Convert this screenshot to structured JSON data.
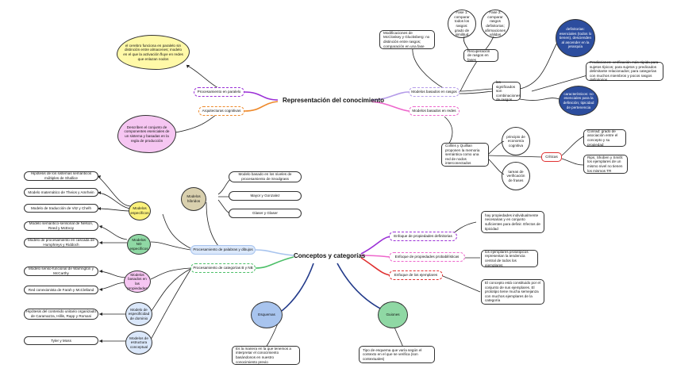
{
  "main": {
    "representacion": "Representación del conocimiento",
    "conceptos": "Conceptos y categorías"
  },
  "top": {
    "paralelo": "Procesamiento en paralelo",
    "arquitecturas": "Arquitecturas cognitivas",
    "cloud_yellow": "el cerebro funciona en paralelo sin distinción entre almacenes; modelo en el que la activación fluye en redes que enlazan nodos",
    "cloud_pink": "Describen el conjunto de componentes esenciales de un sistema y basadas en la regla de producción",
    "rasgos": "Modelos basados en rasgos",
    "redes": "Modelos basados en redes",
    "mccloskey": "Modificaciones de McCloskey y Glucksberg: no distinción entre rasgos; comparación en una fase",
    "recuperacion": "Recuperación de rasgos en fases",
    "fase1": "Fase 1: comparar todos los rasgos: grado de similitud",
    "fase2": "Fase 2: comparar rasgos definitorios; afirmaciones válidas",
    "significados": "los significados son combinaciones de rasgos",
    "definitorias": "definitorias: esenciales (todos lo tienen), descienden al ascender en la jerarquía",
    "predicciones": "Predicciones: verificación más rápida para sujetos típicos; para sujetos y predicados delimitante relacionados; para categorías con muchos miembros y pocos rasgos definitorios",
    "caracteristicas": "característicos: no esenciales para la definición; tipicidad de pertenencia",
    "collins": "Collins y Quillian proponen la memoria semántica como una red de nodos interconectados",
    "economia": "principio de economía cognitiva",
    "verificacion": "tareas de verificación de frases",
    "criticas": "Críticas",
    "conrad": "Conrad: grado de asociación entre el concepto y su propiedad",
    "rips": "Rips, Shoben y Smith: los ejemplares de un mismo nivel no tienen los mismos TR"
  },
  "left": {
    "palabras": "Procesamiento de palabras y dibujos",
    "categorias_byn": "Procesamiento de categorías B y NB",
    "hibridos": "Modelos híbridos",
    "snodgrass": "Modelo basado en los niveles de procesamiento de Snodgrass",
    "mayor": "Mayor y Gonzalez",
    "glaser": "Glaser y Glaser",
    "especificos": "Modelos específicos",
    "no_especificos": "Modelos NO específicos",
    "propiedades": "Modelos basados en las propiedades",
    "especificidad": "Modelo de especificidad de dominio",
    "estructura": "Modelos de estructura conceptual",
    "l1": "Hipótesis de los sistemas semánticos múltiples de Shallice",
    "l2": "Modelo matemático de Theios y Amrhein",
    "l3": "Modelo de traducción de Vitz y Chelh",
    "l4": "Modelo semántico-sensorial de Nelson, Reed y McEvoy",
    "l5": "Modelo de procesamiento en cascada de Humphreys y Riddoch",
    "l6": "Modelo senso-funcional de Warrington y McCarthy",
    "l7": "Red conexionista de Farah y McClelland",
    "l8": "Hipótesis del contenido unitario organizado de Caramazza, Hillis, Rapp y Romani",
    "l9": "Tyler y Moss"
  },
  "right": {
    "enf_definitorias": "Enfoque de propiedades definitorias",
    "enf_probabilisticas": "Enfoque de propiedades probabilísticas",
    "enf_ejemplares": "Enfoque de los ejemplares",
    "r1": "hay propiedades individualmente necesarias y en conjunto suficientes para definir. Efectos de tipicidad",
    "r2": "los ejemplares prototípicos representan la tendencia central de todos los ejemplares",
    "r3": "El concepto está constituido por el conjunto de sus ejemplares. El prototipo tiene mucha semejanza con muchos ejemplares de la categoría"
  },
  "bottom": {
    "esquemas": "Esquemas",
    "guiones": "Guiones",
    "esq_def": "Es la manera en la que tenemos a interpretar el conocimiento basándonos en nuestro conocimiento previo",
    "gui_def": "Tipo de esquema que varía según el contexto en el que se verifica (son contextuales)"
  },
  "colors": {
    "purple": "#9a2fd6",
    "orange": "#ee8a2c",
    "pink": "#ee66cc",
    "lavender": "#b59ce9",
    "navy": "#223a8a",
    "red": "#e03030",
    "green": "#4cbf68",
    "blue": "#a8c4ee",
    "yellow_fill": "#fff9a8",
    "pink_fill": "#f6c6f2",
    "bubble_blue": "#dbe8fb",
    "circ_navy": "#2c4d9e"
  }
}
